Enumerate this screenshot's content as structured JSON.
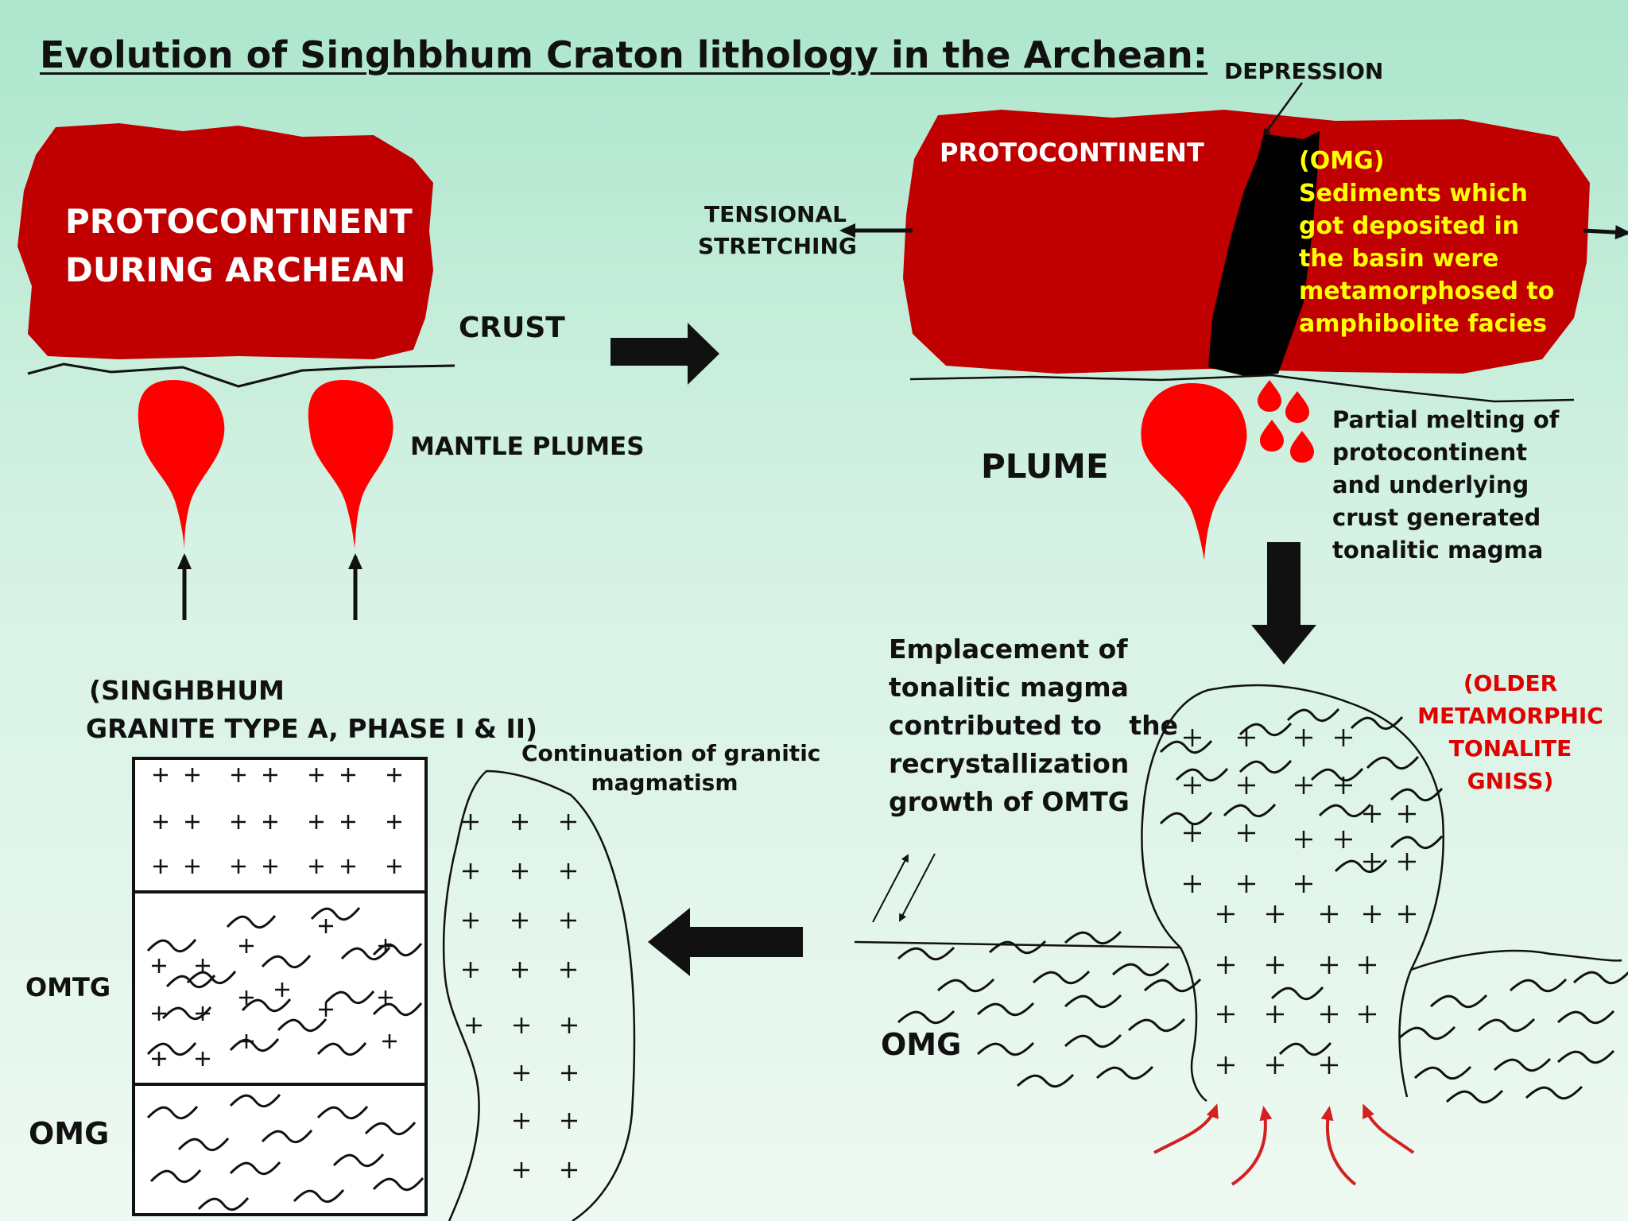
{
  "title": "Evolution of Singhbhum Craton lithology in the Archean:",
  "colors": {
    "background_top": "#ace6cc",
    "protocontinent": "#c00000",
    "plume": "#ff0000",
    "depression": "#000000",
    "annotation_yellow": "#ffff00",
    "annotation_red": "#e00000",
    "magma_arrows": "#d42020"
  },
  "panel1": {
    "protocontinent_line1": "PROTOCONTINENT",
    "protocontinent_line2": "DURING ARCHEAN",
    "crust": "CRUST",
    "mantle_plumes": "MANTLE PLUMES"
  },
  "panel2": {
    "depression": "DEPRESSION",
    "protocontinent": "PROTOCONTINENT",
    "tensional_1": "TENSIONAL",
    "tensional_2": "STRETCHING",
    "omg_note": [
      "(OMG)",
      "Sediments which",
      "got  deposited in",
      "the basin were",
      "metamorphosed  to",
      "amphibolite facies"
    ],
    "plume": "PLUME",
    "melting_note": [
      "Partial melting of",
      "protocontinent",
      "and underlying",
      "crust  generated",
      "tonalitic magma"
    ]
  },
  "panel3": {
    "emplacement_note": [
      "Emplacement of",
      "tonalitic magma",
      "contributed to   the",
      "recrystallization",
      "growth of OMTG"
    ],
    "older_note": [
      "(OLDER",
      "METAMORPHIC",
      "TONALITE",
      "GNISS)"
    ],
    "omg": "OMG"
  },
  "panel4": {
    "granite_1": "(SINGHBHUM",
    "granite_2": "GRANITE TYPE A, PHASE I & II)",
    "continuation_1": "Continuation of granitic",
    "continuation_2": "magmatism",
    "omtg": "OMTG",
    "omg": "OMG"
  }
}
